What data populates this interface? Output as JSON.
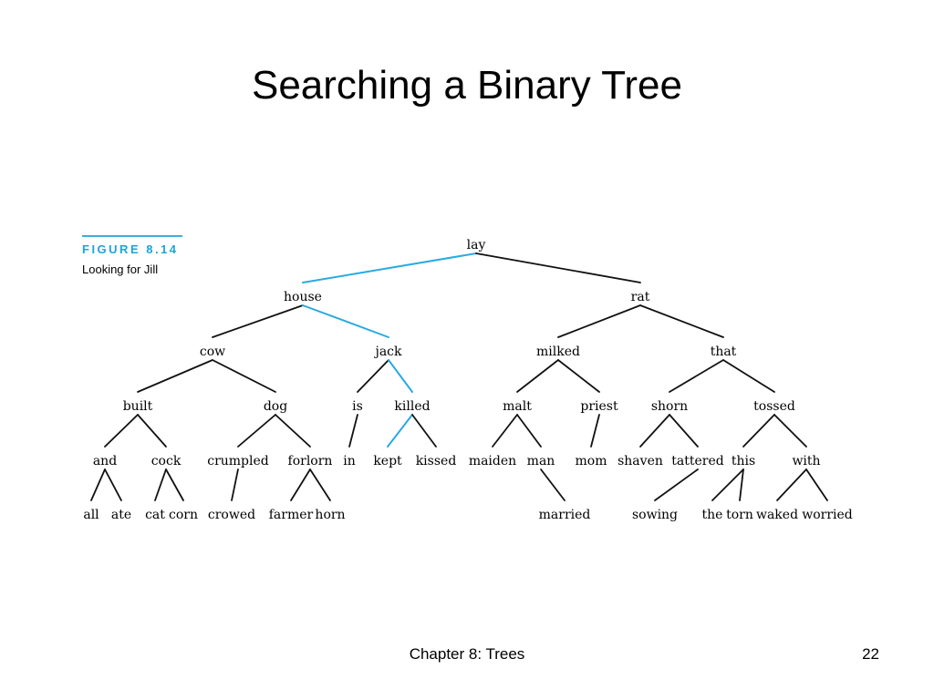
{
  "slide": {
    "title": "Searching a Binary Tree",
    "footer": "Chapter 8: Trees",
    "page_number": "22"
  },
  "figure": {
    "number": "FIGURE 8.14",
    "caption": "Looking for Jill"
  },
  "colors": {
    "edge": "#111111",
    "search_path": "#29aae1",
    "figure_accent": "#1ea3da"
  },
  "tree": {
    "nodes": [
      {
        "id": "lay",
        "label": "lay"
      },
      {
        "id": "house",
        "label": "house"
      },
      {
        "id": "rat",
        "label": "rat"
      },
      {
        "id": "cow",
        "label": "cow"
      },
      {
        "id": "jack",
        "label": "jack"
      },
      {
        "id": "milked",
        "label": "milked"
      },
      {
        "id": "that",
        "label": "that"
      },
      {
        "id": "built",
        "label": "built"
      },
      {
        "id": "dog",
        "label": "dog"
      },
      {
        "id": "is",
        "label": "is"
      },
      {
        "id": "killed",
        "label": "killed"
      },
      {
        "id": "malt",
        "label": "malt"
      },
      {
        "id": "priest",
        "label": "priest"
      },
      {
        "id": "shorn",
        "label": "shorn"
      },
      {
        "id": "tossed",
        "label": "tossed"
      },
      {
        "id": "and",
        "label": "and"
      },
      {
        "id": "cock",
        "label": "cock"
      },
      {
        "id": "crumpled",
        "label": "crumpled"
      },
      {
        "id": "forlorn",
        "label": "forlorn"
      },
      {
        "id": "in",
        "label": "in"
      },
      {
        "id": "kept",
        "label": "kept"
      },
      {
        "id": "kissed",
        "label": "kissed"
      },
      {
        "id": "maiden",
        "label": "maiden"
      },
      {
        "id": "man",
        "label": "man"
      },
      {
        "id": "mom",
        "label": "mom"
      },
      {
        "id": "shaven",
        "label": "shaven"
      },
      {
        "id": "tattered",
        "label": "tattered"
      },
      {
        "id": "this",
        "label": "this"
      },
      {
        "id": "with",
        "label": "with"
      },
      {
        "id": "all",
        "label": "all"
      },
      {
        "id": "ate",
        "label": "ate"
      },
      {
        "id": "cat",
        "label": "cat"
      },
      {
        "id": "corn",
        "label": "corn"
      },
      {
        "id": "crowed",
        "label": "crowed"
      },
      {
        "id": "farmer",
        "label": "farmer"
      },
      {
        "id": "horn",
        "label": "horn"
      },
      {
        "id": "married",
        "label": "married"
      },
      {
        "id": "sowing",
        "label": "sowing"
      },
      {
        "id": "the",
        "label": "the"
      },
      {
        "id": "torn",
        "label": "torn"
      },
      {
        "id": "waked",
        "label": "waked"
      },
      {
        "id": "worried",
        "label": "worried"
      }
    ],
    "edges": [
      {
        "from": "lay",
        "to": "house",
        "highlight": true
      },
      {
        "from": "lay",
        "to": "rat",
        "highlight": false
      },
      {
        "from": "house",
        "to": "cow",
        "highlight": false
      },
      {
        "from": "house",
        "to": "jack",
        "highlight": true
      },
      {
        "from": "rat",
        "to": "milked",
        "highlight": false
      },
      {
        "from": "rat",
        "to": "that",
        "highlight": false
      },
      {
        "from": "cow",
        "to": "built",
        "highlight": false
      },
      {
        "from": "cow",
        "to": "dog",
        "highlight": false
      },
      {
        "from": "jack",
        "to": "is",
        "highlight": false
      },
      {
        "from": "jack",
        "to": "killed",
        "highlight": true
      },
      {
        "from": "milked",
        "to": "malt",
        "highlight": false
      },
      {
        "from": "milked",
        "to": "priest",
        "highlight": false
      },
      {
        "from": "that",
        "to": "shorn",
        "highlight": false
      },
      {
        "from": "that",
        "to": "tossed",
        "highlight": false
      },
      {
        "from": "built",
        "to": "and",
        "highlight": false
      },
      {
        "from": "built",
        "to": "cock",
        "highlight": false
      },
      {
        "from": "dog",
        "to": "crumpled",
        "highlight": false
      },
      {
        "from": "dog",
        "to": "forlorn",
        "highlight": false
      },
      {
        "from": "is",
        "to": "in",
        "highlight": false
      },
      {
        "from": "killed",
        "to": "kept",
        "highlight": true
      },
      {
        "from": "killed",
        "to": "kissed",
        "highlight": false
      },
      {
        "from": "malt",
        "to": "maiden",
        "highlight": false
      },
      {
        "from": "malt",
        "to": "man",
        "highlight": false
      },
      {
        "from": "priest",
        "to": "mom",
        "highlight": false
      },
      {
        "from": "shorn",
        "to": "shaven",
        "highlight": false
      },
      {
        "from": "shorn",
        "to": "tattered",
        "highlight": false
      },
      {
        "from": "tossed",
        "to": "this",
        "highlight": false
      },
      {
        "from": "tossed",
        "to": "with",
        "highlight": false
      },
      {
        "from": "and",
        "to": "all",
        "highlight": false
      },
      {
        "from": "and",
        "to": "ate",
        "highlight": false
      },
      {
        "from": "cock",
        "to": "cat",
        "highlight": false
      },
      {
        "from": "cock",
        "to": "corn",
        "highlight": false
      },
      {
        "from": "crumpled",
        "to": "crowed",
        "highlight": false
      },
      {
        "from": "forlorn",
        "to": "farmer",
        "highlight": false
      },
      {
        "from": "forlorn",
        "to": "horn",
        "highlight": false
      },
      {
        "from": "man",
        "to": "married",
        "highlight": false
      },
      {
        "from": "tattered",
        "to": "sowing",
        "highlight": false
      },
      {
        "from": "this",
        "to": "the",
        "highlight": false
      },
      {
        "from": "this",
        "to": "torn",
        "highlight": false
      },
      {
        "from": "with",
        "to": "waked",
        "highlight": false
      },
      {
        "from": "with",
        "to": "worried",
        "highlight": false
      }
    ]
  }
}
